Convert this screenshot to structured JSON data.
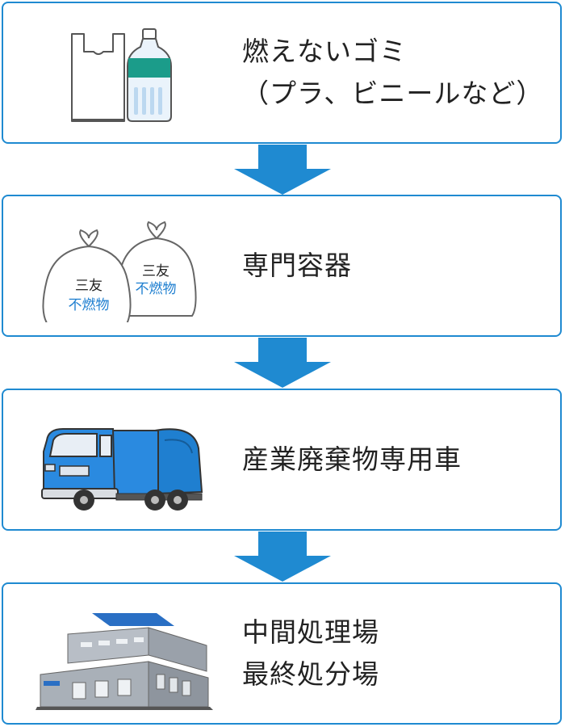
{
  "steps": [
    {
      "id": "non-burnable-waste",
      "lines": [
        "燃えないゴミ",
        "（プラ、ビニールなど）"
      ],
      "icon": "bag-and-bottle-icon"
    },
    {
      "id": "dedicated-container",
      "lines": [
        "専門容器"
      ],
      "icon": "garbage-bags-icon",
      "bag_label_top": "三友",
      "bag_label_bottom": "不燃物"
    },
    {
      "id": "industrial-waste-truck",
      "lines": [
        "産業廃棄物専用車"
      ],
      "icon": "garbage-truck-icon"
    },
    {
      "id": "treatment-facility",
      "lines": [
        "中間処理場",
        "最終処分場"
      ],
      "icon": "factory-building-icon"
    }
  ],
  "colors": {
    "border": "#1f8ad1",
    "arrow": "#1f8ad1",
    "accent_blue": "#1f7fd0",
    "text": "#222222"
  }
}
